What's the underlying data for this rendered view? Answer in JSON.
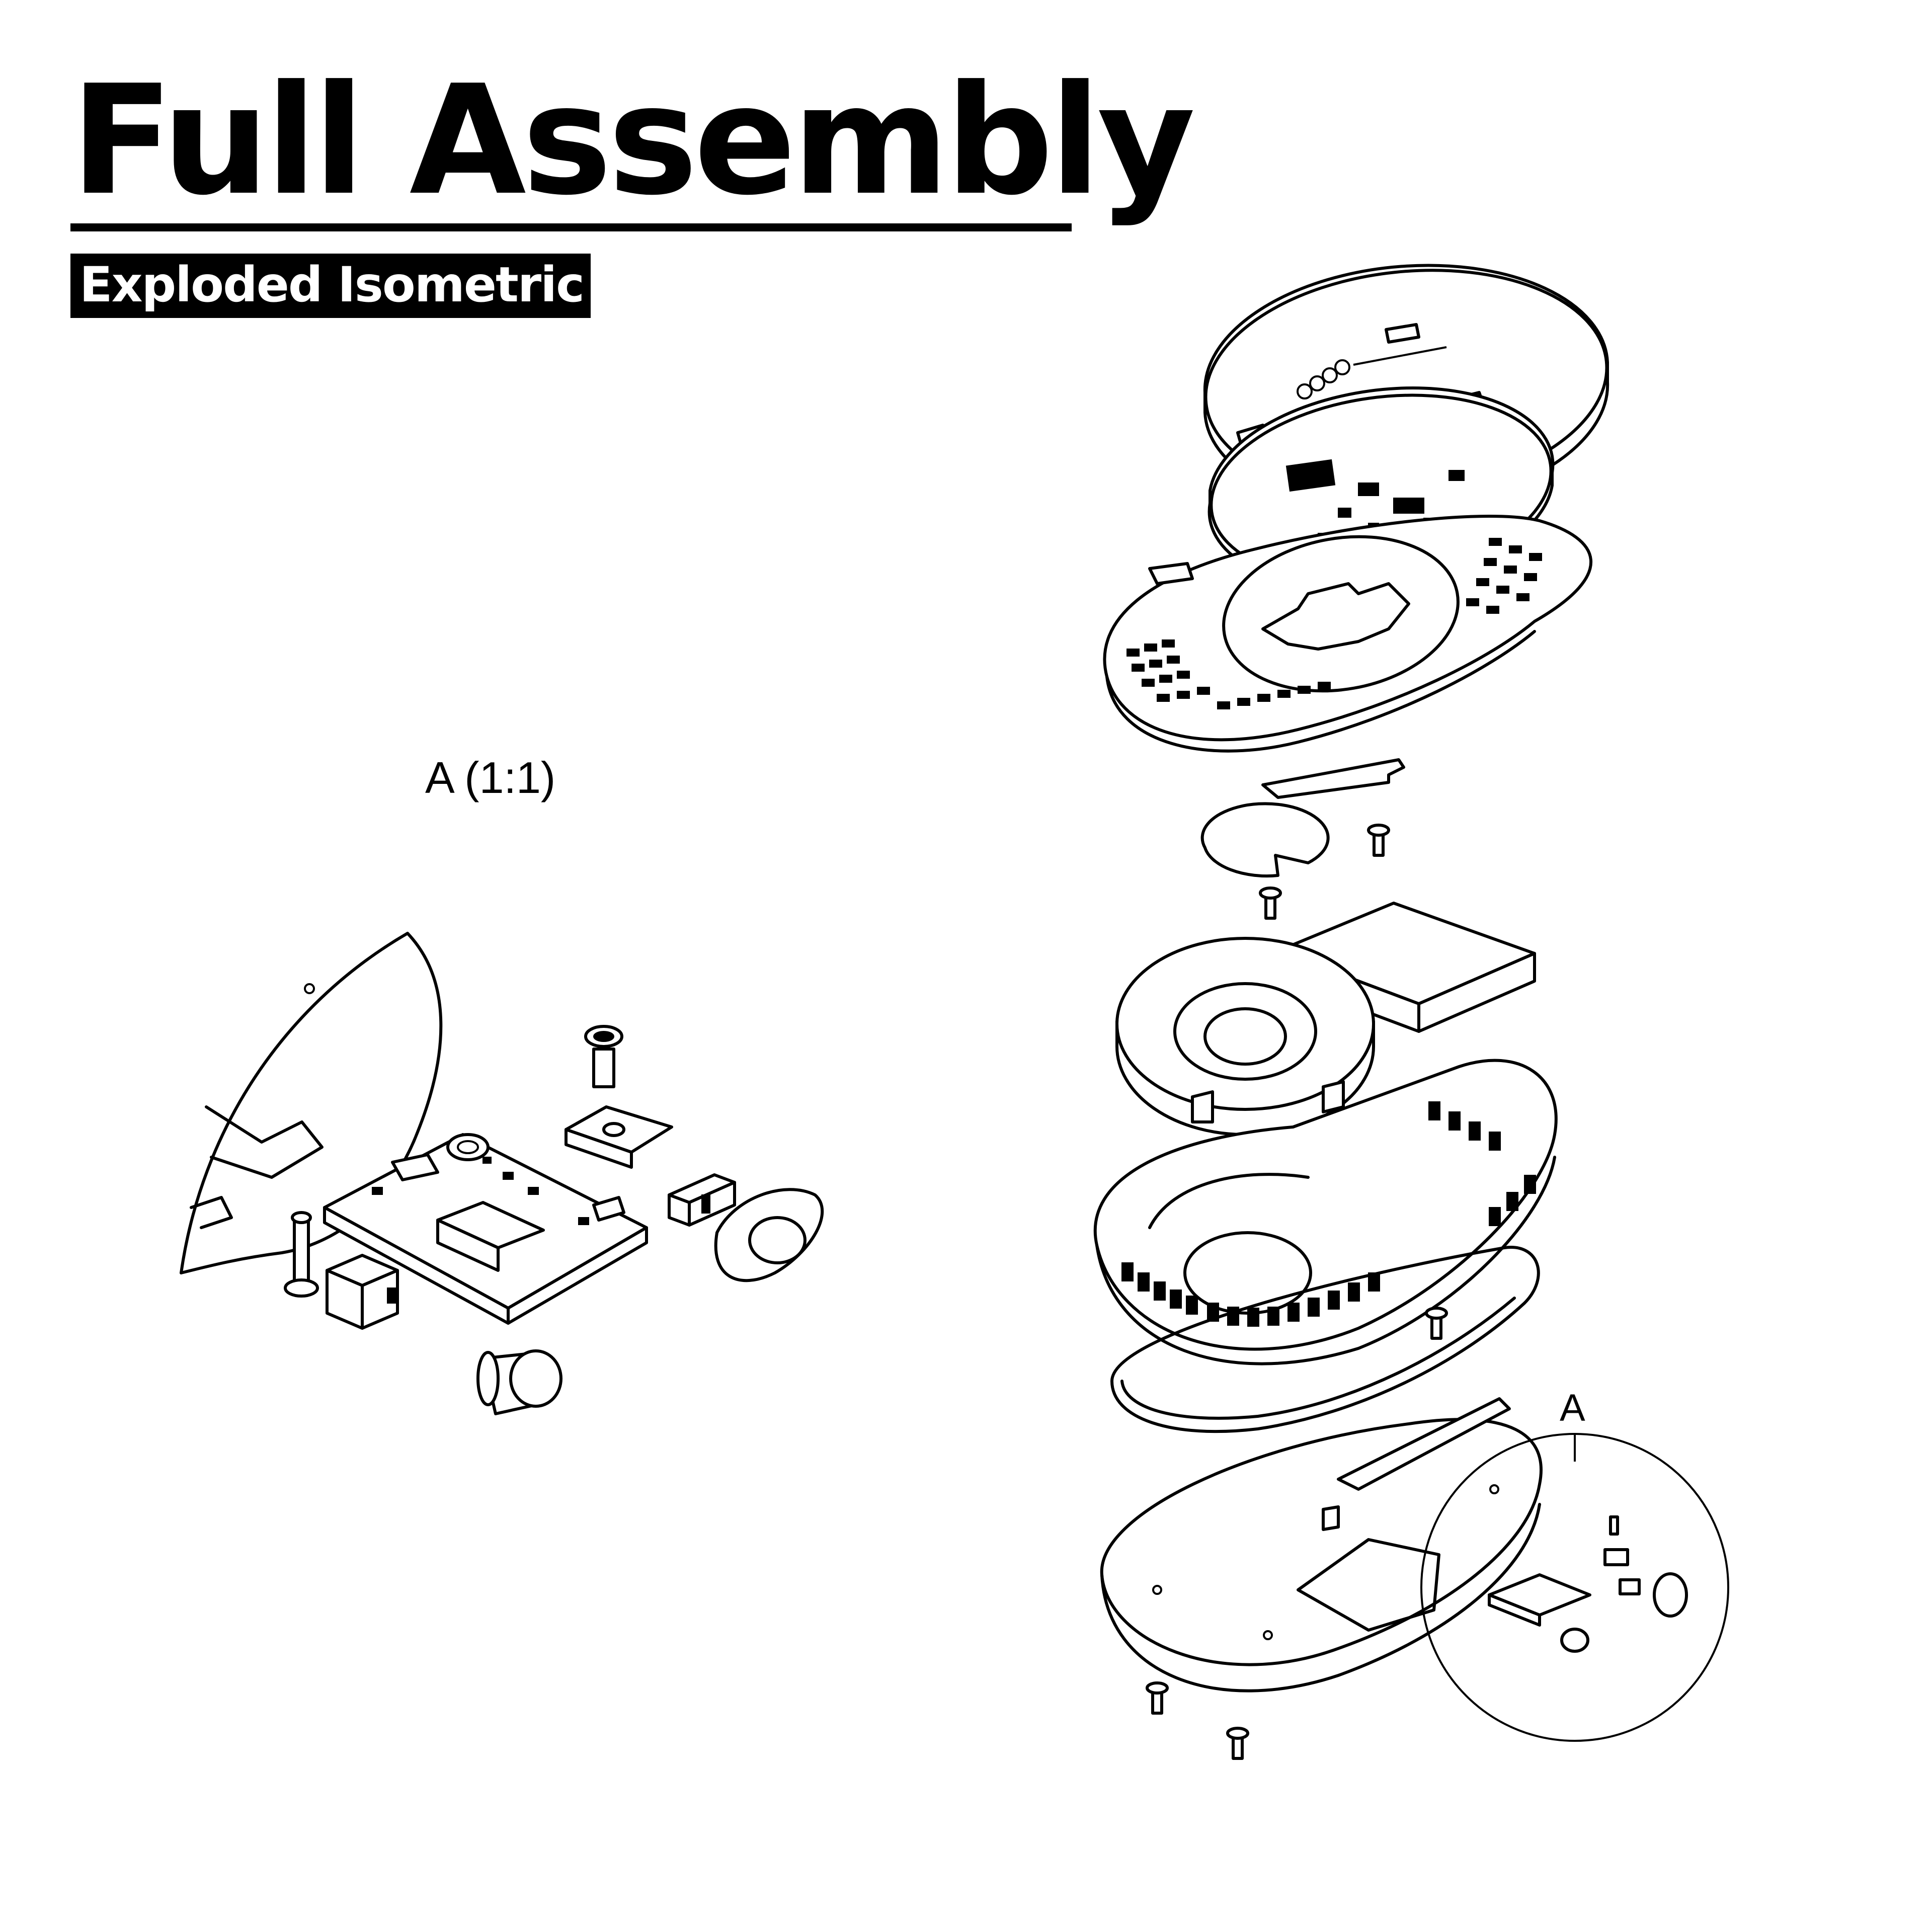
{
  "header": {
    "title": "Full Assembly",
    "subtitle": "Exploded Isometric"
  },
  "detail_view": {
    "label": "A (1:1)"
  },
  "callout": {
    "label": "A"
  }
}
